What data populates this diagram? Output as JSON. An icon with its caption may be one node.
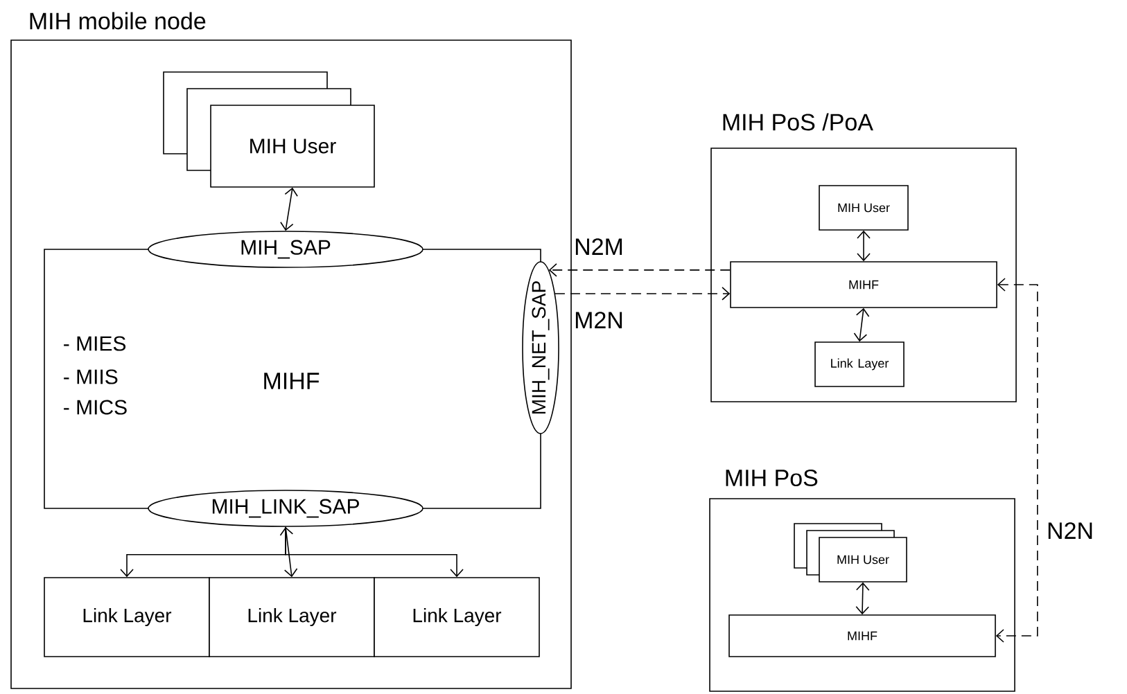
{
  "diagram": {
    "nodes": [
      {
        "text": [
          "MIH mobile node"
        ]
      },
      {
        "text": [
          "MIH User"
        ],
        "in": 0
      },
      {
        "text": [
          "- MIES",
          "- MIIS",
          "- MICS",
          "MIHF"
        ],
        "in": 0
      },
      {
        "text": [
          "MIH_SAP"
        ],
        "in": 0
      },
      {
        "text": [
          "MIH_NET_SAP"
        ],
        "in": 0
      },
      {
        "text": [
          "MIH_LINK_SAP"
        ],
        "in": 0
      },
      {
        "text": [
          "Link Layer"
        ],
        "in": 0
      },
      {
        "text": [
          "Link Layer"
        ],
        "in": 0
      },
      {
        "text": [
          "Link Layer"
        ],
        "in": 0
      },
      {
        "text": [
          "MIH PoS /PoA"
        ]
      },
      {
        "text": [
          "MIH User"
        ],
        "in": 9
      },
      {
        "text": [
          "MIHF"
        ],
        "in": 9
      },
      {
        "text": [
          "Link Layer"
        ],
        "in": 9
      },
      {
        "text": [
          "MIH PoS"
        ]
      },
      {
        "text": [
          "MIH User"
        ],
        "in": 13
      },
      {
        "text": [
          "MIHF"
        ],
        "in": 13
      }
    ],
    "edges": [
      {
        "from": 1,
        "to": 3,
        "arrow": "both"
      },
      {
        "from": 5,
        "to": 6,
        "arrow": "to"
      },
      {
        "from": 5,
        "to": 7,
        "arrow": "both"
      },
      {
        "from": 5,
        "to": 8,
        "arrow": "to"
      },
      {
        "from": 11,
        "to": 4,
        "arrow": "to",
        "style": "dashed",
        "label": "N2M"
      },
      {
        "from": 4,
        "to": 11,
        "arrow": "to",
        "style": "dashed",
        "label": "M2N"
      },
      {
        "from": 10,
        "to": 11,
        "arrow": "both"
      },
      {
        "from": 11,
        "to": 12,
        "arrow": "both"
      },
      {
        "from": 11,
        "to": 15,
        "arrow": "both",
        "style": "dashed",
        "label": "N2N"
      },
      {
        "from": 14,
        "to": 15,
        "arrow": "both"
      }
    ]
  }
}
